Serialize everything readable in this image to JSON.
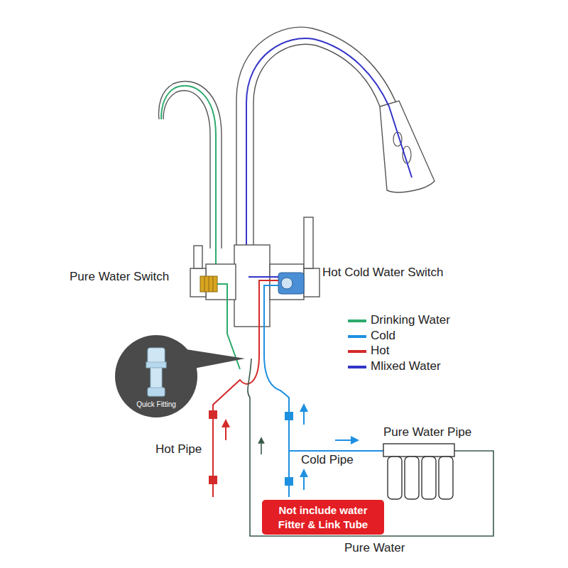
{
  "diagram": {
    "nodes": [
      {
        "text": [
          "Quick Fitting"
        ]
      },
      {
        "text": [
          "Not include water Fitter & Link Tube"
        ]
      }
    ],
    "labels": [
      "Pure Water Switch",
      "Hot Cold Water Switch",
      "Hot Pipe",
      "Cold Pipe",
      "Pure Water Pipe",
      "Pure Water"
    ],
    "legend": [
      {
        "text": "Drinking Water",
        "color": "#2eaa6e"
      },
      {
        "text": "Cold",
        "color": "#1e90e0"
      },
      {
        "text": "Hot",
        "color": "#d42a2a"
      },
      {
        "text": "Mlixed Water",
        "color": "#3434c8"
      }
    ]
  }
}
